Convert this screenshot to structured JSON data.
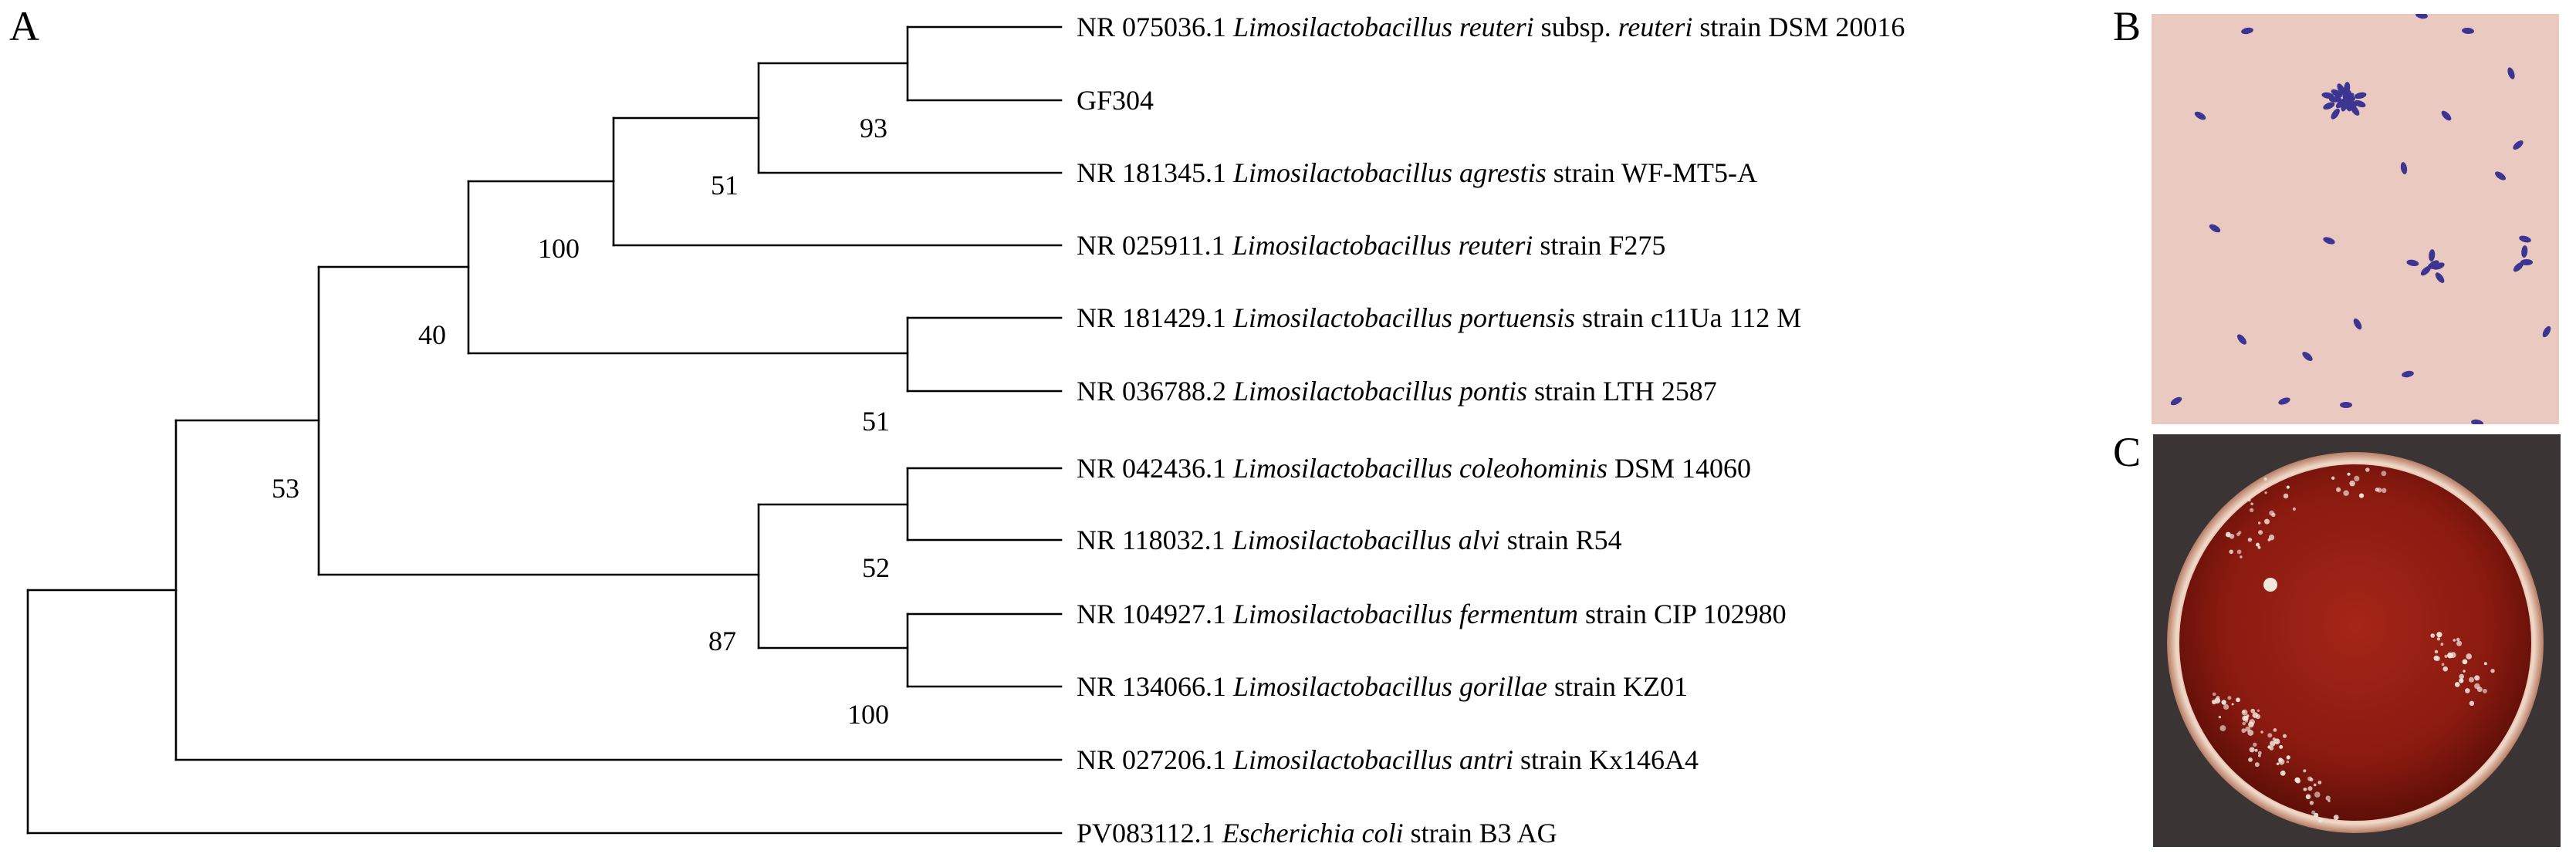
{
  "panels": {
    "a_letter": "A",
    "b_letter": "B",
    "c_letter": "C"
  },
  "tree": {
    "leaves": [
      {
        "id": "l1",
        "parts": [
          {
            "t": "NR 075036.1 ",
            "i": false
          },
          {
            "t": "Limosilactobacillus reuteri",
            "i": true
          },
          {
            "t": " subsp. ",
            "i": false
          },
          {
            "t": "reuteri",
            "i": true
          },
          {
            "t": " strain DSM 20016",
            "i": false
          }
        ]
      },
      {
        "id": "l2",
        "parts": [
          {
            "t": "GF304",
            "i": false
          }
        ]
      },
      {
        "id": "l3",
        "parts": [
          {
            "t": "NR 181345.1 ",
            "i": false
          },
          {
            "t": "Limosilactobacillus agrestis",
            "i": true
          },
          {
            "t": " strain WF-MT5-A",
            "i": false
          }
        ]
      },
      {
        "id": "l4",
        "parts": [
          {
            "t": "NR 025911.1 ",
            "i": false
          },
          {
            "t": "Limosilactobacillus reuteri",
            "i": true
          },
          {
            "t": " strain F275",
            "i": false
          }
        ]
      },
      {
        "id": "l5",
        "parts": [
          {
            "t": "NR 181429.1 ",
            "i": false
          },
          {
            "t": "Limosilactobacillus portuensis",
            "i": true
          },
          {
            "t": " strain c11Ua 112 M",
            "i": false
          }
        ]
      },
      {
        "id": "l6",
        "parts": [
          {
            "t": "NR 036788.2 ",
            "i": false
          },
          {
            "t": "Limosilactobacillus pontis",
            "i": true
          },
          {
            "t": " strain LTH 2587",
            "i": false
          }
        ]
      },
      {
        "id": "l7",
        "parts": [
          {
            "t": "NR 042436.1 ",
            "i": false
          },
          {
            "t": "Limosilactobacillus coleohominis",
            "i": true
          },
          {
            "t": " DSM 14060",
            "i": false
          }
        ]
      },
      {
        "id": "l8",
        "parts": [
          {
            "t": "NR 118032.1 ",
            "i": false
          },
          {
            "t": "Limosilactobacillus alvi",
            "i": true
          },
          {
            "t": " strain R54",
            "i": false
          }
        ]
      },
      {
        "id": "l9",
        "parts": [
          {
            "t": "NR 104927.1 ",
            "i": false
          },
          {
            "t": "Limosilactobacillus fermentum",
            "i": true
          },
          {
            "t": " strain CIP 102980",
            "i": false
          }
        ]
      },
      {
        "id": "l10",
        "parts": [
          {
            "t": "NR 134066.1 ",
            "i": false
          },
          {
            "t": "Limosilactobacillus gorillae",
            "i": true
          },
          {
            "t": " strain KZ01",
            "i": false
          }
        ]
      },
      {
        "id": "l11",
        "parts": [
          {
            "t": "NR 027206.1 ",
            "i": false
          },
          {
            "t": "Limosilactobacillus antri",
            "i": true
          },
          {
            "t": " strain Kx146A4",
            "i": false
          }
        ]
      },
      {
        "id": "l12",
        "parts": [
          {
            "t": "PV083112.1 ",
            "i": false
          },
          {
            "t": "Escherichia coli",
            "i": true
          },
          {
            "t": " strain B3 AG",
            "i": false
          }
        ]
      }
    ],
    "bootstrap": {
      "n_l1_l2": "93",
      "n_l1_l3": "51",
      "n_l1_l4": "100",
      "n_l5_l6": "51",
      "n_l1_l6": "40",
      "n_l7_l8": "52",
      "n_l9_l10": "100",
      "n_l7_l10": "87",
      "n_l1_l10": "53"
    }
  },
  "images": {
    "micrograph": "gram-stain-micrograph-rod-bacteria",
    "plate": "blood-agar-plate-colonies",
    "colors": {
      "micrograph_bg": "#e9c9c0",
      "cell_stain": "#3d3592",
      "plate_background": "#3a3534",
      "agar": "#8f1b12",
      "colony": "#efe6dc"
    }
  }
}
